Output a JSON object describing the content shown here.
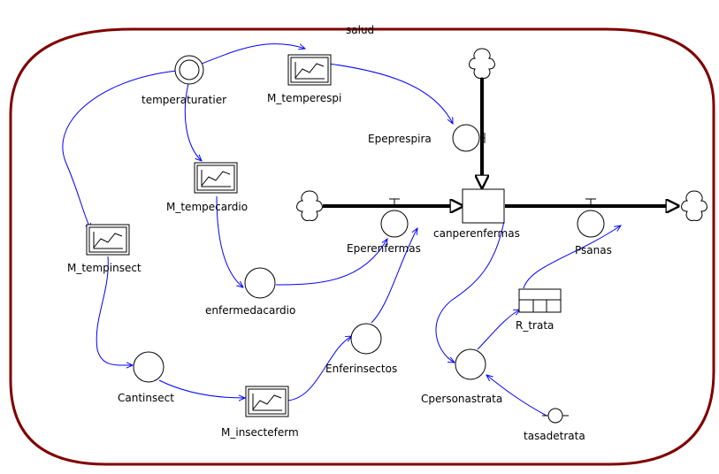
{
  "sector": {
    "name": "salud",
    "border_color": "#800000"
  },
  "colors": {
    "link": "#0000ff",
    "flow": "#000000",
    "node_fill": "#ffffff"
  },
  "stock": {
    "name": "canperenfermas"
  },
  "flows": {
    "inflow_respira": "Epeprespira",
    "inflow_enfermas": "Eperenfermas",
    "outflow_sanas": "Psanas"
  },
  "auxiliaries": {
    "temperatura": "temperaturatier",
    "enfermedad_cardio": "enfermedacardio",
    "cant_insect": "Cantinsect",
    "enfer_insectos": "Enferinsectos",
    "personas_trata": "Cpersonastrata"
  },
  "graphs": {
    "temp_respi": "M_temperespi",
    "temp_cardio": "M_tempecardio",
    "temp_insect": "M_tempinsect",
    "insect_ferm": "M_insecteferm"
  },
  "table": {
    "name": "R_trata"
  },
  "constant": {
    "name": "tasadetrata"
  },
  "icons": {
    "cloud": "cloud-icon",
    "graph": "graph-icon",
    "ghost": "ghost-icon",
    "table": "table-icon"
  }
}
